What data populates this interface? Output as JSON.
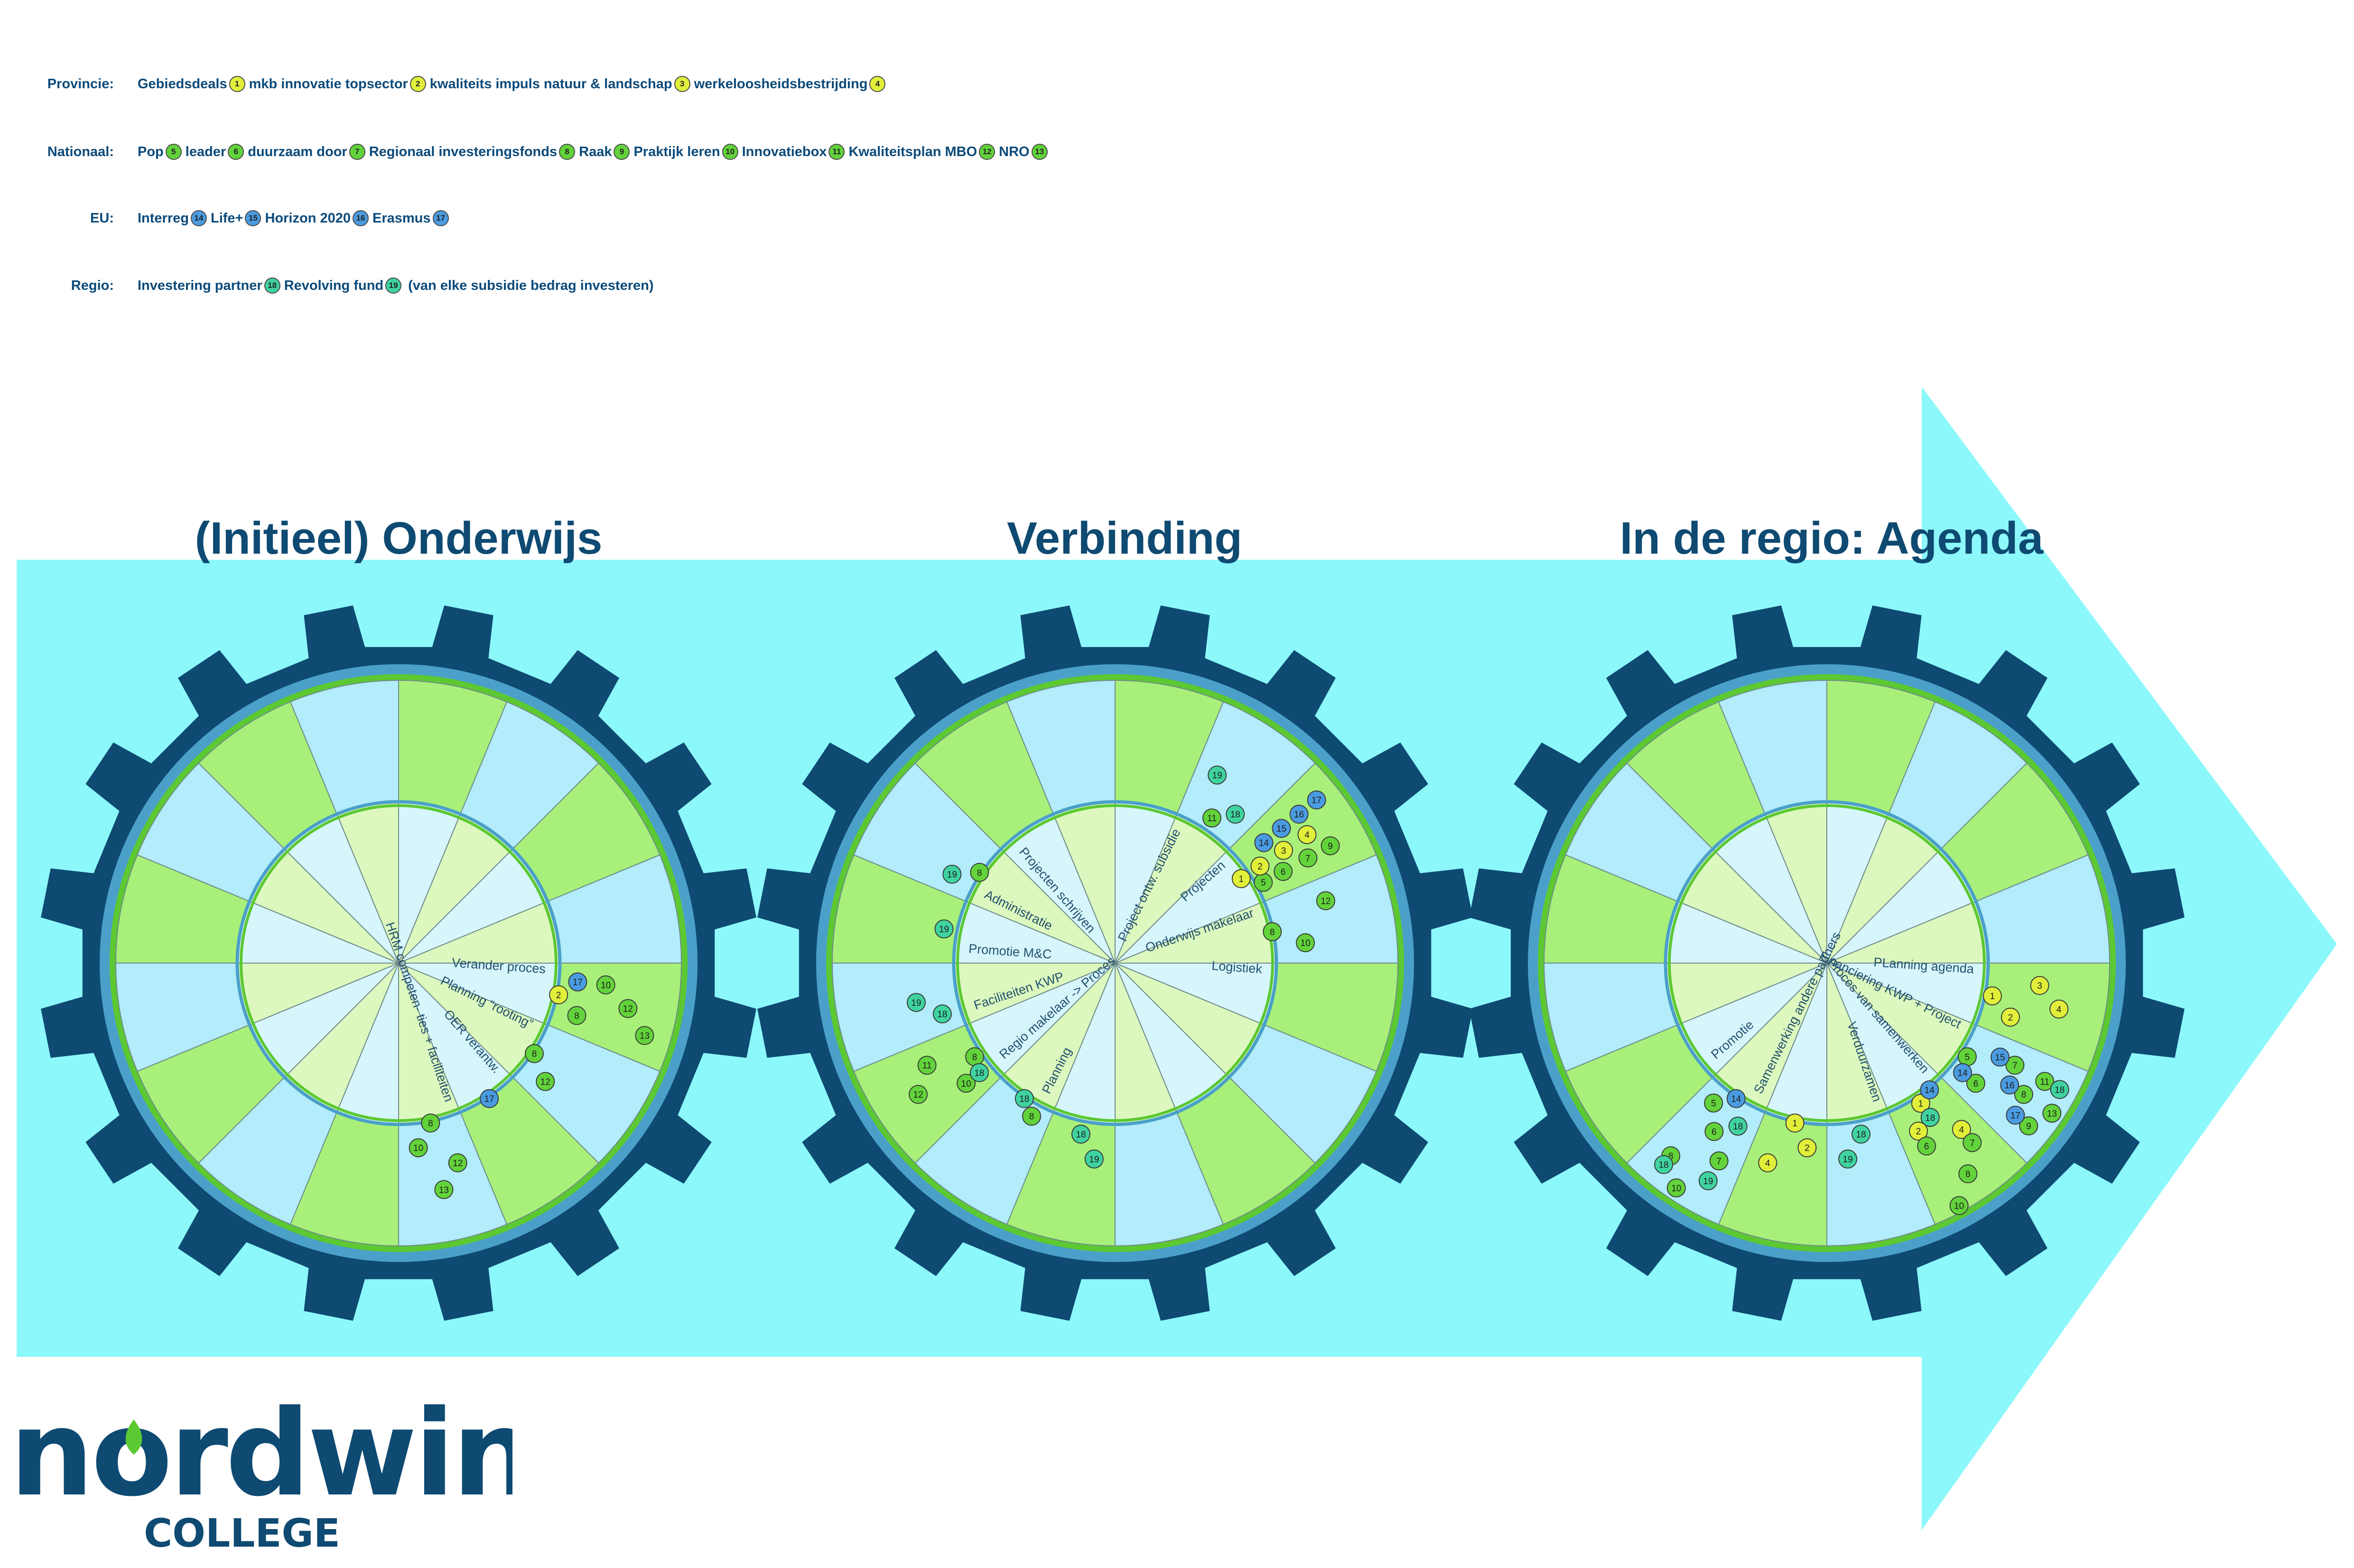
{
  "legend": [
    {
      "category": "Provincie:",
      "color": "#e2ef3a",
      "items": [
        {
          "label": "Gebiedsdeals",
          "n": "1"
        },
        {
          "label": "mkb innovatie topsector",
          "n": "2"
        },
        {
          "label": "kwaliteits impuls natuur & landschap",
          "n": "3"
        },
        {
          "label": "werkeloosheidsbestrijding",
          "n": "4"
        }
      ],
      "note": ""
    },
    {
      "category": "Nationaal:",
      "color": "#62d33a",
      "items": [
        {
          "label": "Pop",
          "n": "5"
        },
        {
          "label": "leader",
          "n": "6"
        },
        {
          "label": "duurzaam door",
          "n": "7"
        },
        {
          "label": "Regionaal investeringsfonds",
          "n": "8"
        },
        {
          "label": "Raak",
          "n": "9"
        },
        {
          "label": "Praktijk leren",
          "n": "10"
        },
        {
          "label": "Innovatiebox",
          "n": "11"
        },
        {
          "label": "Kwaliteitsplan MBO",
          "n": "12"
        },
        {
          "label": "NRO",
          "n": "13"
        }
      ],
      "note": ""
    },
    {
      "category": "EU:",
      "color": "#4a9be0",
      "items": [
        {
          "label": "Interreg",
          "n": "14"
        },
        {
          "label": "Life+",
          "n": "15"
        },
        {
          "label": "Horizon 2020",
          "n": "16"
        },
        {
          "label": "Erasmus",
          "n": "17"
        }
      ],
      "note": ""
    },
    {
      "category": "Regio:",
      "color": "#3fd3a0",
      "items": [
        {
          "label": "Investering partner",
          "n": "18"
        },
        {
          "label": "Revolving fund",
          "n": "19"
        }
      ],
      "note": "(van elke subsidie bedrag investeren)"
    }
  ],
  "colors": {
    "arrow": "#8cf8fb",
    "gear": "#0e4a72",
    "ring": "#4aa0c8",
    "green_accent": "#5cc832",
    "wedge_green": "#a8f07a",
    "wedge_blue": "#b3ecfa",
    "inner_green": "#dcf8be",
    "inner_blue": "#d6f6fc",
    "title": "#0e4a72",
    "prov": "#e2ef3a",
    "nat": "#62d33a",
    "eu": "#4a9be0",
    "reg": "#3fd3a0"
  },
  "gears": [
    {
      "title": "(Initieel) Onderwijs",
      "labels": [
        "Verander proces",
        "Planning “rooting”",
        "OER verantw.",
        "HRM competen- ties + faciliteiten"
      ],
      "badges": [
        {
          "n": "2",
          "s": 0,
          "r": 0.56
        },
        {
          "n": "8",
          "s": 0,
          "r": 0.64
        },
        {
          "n": "10",
          "s": 0,
          "r": 0.72
        },
        {
          "n": "12",
          "s": 0,
          "r": 0.81
        },
        {
          "n": "13",
          "s": 0,
          "r": 0.89
        },
        {
          "n": "17",
          "s": 0,
          "r": 0.62
        },
        {
          "n": "8",
          "s": 1,
          "r": 0.56
        },
        {
          "n": "12",
          "s": 1,
          "r": 0.65
        },
        {
          "n": "17",
          "s": 2,
          "r": 0.56
        },
        {
          "n": "8",
          "s": 3,
          "r": 0.56
        },
        {
          "n": "10",
          "s": 3,
          "r": 0.64
        },
        {
          "n": "12",
          "s": 3,
          "r": 0.72
        },
        {
          "n": "13",
          "s": 3,
          "r": 0.8
        }
      ]
    },
    {
      "title": "Verbinding",
      "labels": [
        "Logistiek",
        "Onderwijs makelaar",
        "Projecten",
        "Project ontw. subsidie",
        "Projecten schrijven",
        "Administratie",
        "Promotie M&C",
        "Faciliteiten KWP",
        "Regio makelaar -> Proces",
        "Planning"
      ],
      "badges": [
        {
          "n": "8",
          "s": 1,
          "r": 0.55
        },
        {
          "n": "10",
          "s": 1,
          "r": 0.66
        },
        {
          "n": "12",
          "s": 1,
          "r": 0.76
        },
        {
          "n": "1",
          "s": 2,
          "r": 0.52
        },
        {
          "n": "5",
          "s": 2,
          "r": 0.58
        },
        {
          "n": "14",
          "s": 2,
          "r": 0.66
        },
        {
          "n": "2",
          "s": 2,
          "r": 0.6
        },
        {
          "n": "6",
          "s": 2,
          "r": 0.66
        },
        {
          "n": "15",
          "s": 2,
          "r": 0.74
        },
        {
          "n": "3",
          "s": 2,
          "r": 0.7
        },
        {
          "n": "7",
          "s": 2,
          "r": 0.76
        },
        {
          "n": "16",
          "s": 2,
          "r": 0.82
        },
        {
          "n": "4",
          "s": 2,
          "r": 0.8
        },
        {
          "n": "9",
          "s": 2,
          "r": 0.85
        },
        {
          "n": "17",
          "s": 2,
          "r": 0.9
        },
        {
          "n": "11",
          "s": 3,
          "r": 0.6
        },
        {
          "n": "18",
          "s": 3,
          "r": 0.66
        },
        {
          "n": "19",
          "s": 3,
          "r": 0.74
        },
        {
          "n": "8",
          "s": 4,
          "r": 0.56
        },
        {
          "n": "19",
          "s": 4,
          "r": 0.64
        },
        {
          "n": "19",
          "s": 5,
          "r": 0.6
        },
        {
          "n": "19",
          "s": 6,
          "r": 0.7
        },
        {
          "n": "18",
          "s": 6,
          "r": 0.62
        },
        {
          "n": "8",
          "s": 7,
          "r": 0.58
        },
        {
          "n": "10",
          "s": 7,
          "r": 0.66
        },
        {
          "n": "11",
          "s": 7,
          "r": 0.74
        },
        {
          "n": "12",
          "s": 7,
          "r": 0.82
        },
        {
          "n": "18",
          "s": 7,
          "r": 0.6
        },
        {
          "n": "18",
          "s": 8,
          "r": 0.56
        },
        {
          "n": "8",
          "s": 8,
          "r": 0.6
        },
        {
          "n": "18",
          "s": 9,
          "r": 0.6
        },
        {
          "n": "19",
          "s": 9,
          "r": 0.68
        }
      ]
    },
    {
      "title": "In de regio: Agenda",
      "labels": [
        "PLanning agenda",
        "Financiering KWP + Project",
        "Proces van samenwerken",
        "Verduurzamen",
        "Samenwerking andere partners",
        "Promotie"
      ],
      "badges": [
        {
          "n": "1",
          "s": 0,
          "r": 0.58
        },
        {
          "n": "2",
          "s": 0,
          "r": 0.66
        },
        {
          "n": "3",
          "s": 0,
          "r": 0.74
        },
        {
          "n": "4",
          "s": 0,
          "r": 0.82
        },
        {
          "n": "5",
          "s": 1,
          "r": 0.58
        },
        {
          "n": "6",
          "s": 1,
          "r": 0.66
        },
        {
          "n": "7",
          "s": 1,
          "r": 0.74
        },
        {
          "n": "8",
          "s": 1,
          "r": 0.82
        },
        {
          "n": "9",
          "s": 1,
          "r": 0.9
        },
        {
          "n": "11",
          "s": 1,
          "r": 0.86
        },
        {
          "n": "13",
          "s": 1,
          "r": 0.94
        },
        {
          "n": "14",
          "s": 1,
          "r": 0.6
        },
        {
          "n": "15",
          "s": 1,
          "r": 0.68
        },
        {
          "n": "16",
          "s": 1,
          "r": 0.76
        },
        {
          "n": "17",
          "s": 1,
          "r": 0.84
        },
        {
          "n": "18",
          "s": 1,
          "r": 0.92
        },
        {
          "n": "1",
          "s": 2,
          "r": 0.58
        },
        {
          "n": "2",
          "s": 2,
          "r": 0.66
        },
        {
          "n": "4",
          "s": 2,
          "r": 0.74
        },
        {
          "n": "5",
          "s": 2,
          "r": 0.64
        },
        {
          "n": "6",
          "s": 2,
          "r": 0.72
        },
        {
          "n": "7",
          "s": 2,
          "r": 0.8
        },
        {
          "n": "8",
          "s": 2,
          "r": 0.88
        },
        {
          "n": "10",
          "s": 2,
          "r": 0.96
        },
        {
          "n": "14",
          "s": 2,
          "r": 0.56
        },
        {
          "n": "18",
          "s": 2,
          "r": 0.64
        },
        {
          "n": "18",
          "s": 3,
          "r": 0.6
        },
        {
          "n": "19",
          "s": 3,
          "r": 0.68
        },
        {
          "n": "1",
          "s": 4,
          "r": 0.56
        },
        {
          "n": "2",
          "s": 4,
          "r": 0.64
        },
        {
          "n": "4",
          "s": 4,
          "r": 0.72
        },
        {
          "n": "14",
          "s": 5,
          "r": 0.56
        },
        {
          "n": "18",
          "s": 5,
          "r": 0.64
        },
        {
          "n": "5",
          "s": 5,
          "r": 0.62
        },
        {
          "n": "6",
          "s": 5,
          "r": 0.7
        },
        {
          "n": "7",
          "s": 5,
          "r": 0.78
        },
        {
          "n": "8",
          "s": 5,
          "r": 0.86
        },
        {
          "n": "10",
          "s": 5,
          "r": 0.94
        },
        {
          "n": "19",
          "s": 5,
          "r": 0.86
        },
        {
          "n": "18",
          "s": 5,
          "r": 0.9
        }
      ]
    }
  ],
  "logo": {
    "word": "nordwin",
    "sub": "COLLEGE"
  }
}
